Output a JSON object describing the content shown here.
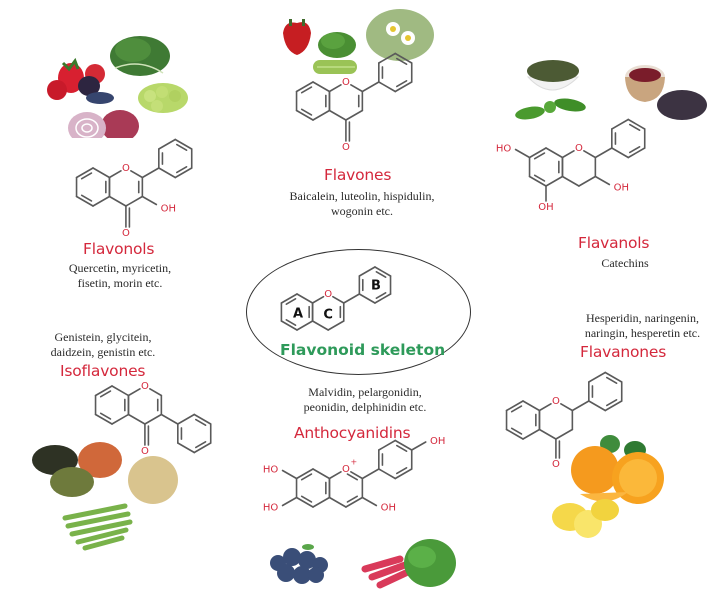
{
  "diagram": {
    "center": {
      "label": "Flavonoid skeleton",
      "ring_labels": [
        "A",
        "C",
        "B"
      ]
    },
    "classes": [
      {
        "id": "flavones",
        "title": "Flavones",
        "examples": [
          "Baicalein, luteolin,  hispidulin,",
          "wogonin etc."
        ],
        "substituents": [
          "O",
          "O"
        ],
        "foods": [
          "red-bell-pepper",
          "parsley",
          "chamomile",
          "celery"
        ]
      },
      {
        "id": "flavonols",
        "title": "Flavonols",
        "examples": [
          "Quercetin, myricetin,",
          "fisetin, morin etc."
        ],
        "substituents": [
          "O",
          "OH",
          "O"
        ],
        "foods": [
          "strawberries-and-berries",
          "kale",
          "red-onion",
          "green-grapes"
        ]
      },
      {
        "id": "flavanols",
        "title": "Flavanols",
        "examples": [
          "Catechins"
        ],
        "substituents": [
          "HO",
          "O",
          "OH",
          "OH"
        ],
        "foods": [
          "green-tea",
          "black-tea"
        ]
      },
      {
        "id": "isoflavones",
        "title": "Isoflavones",
        "examples": [
          "Genistein, glycitein,",
          "daidzein, genistin etc."
        ],
        "substituents": [
          "O",
          "O"
        ],
        "foods": [
          "lentils",
          "soybeans",
          "green-beans"
        ]
      },
      {
        "id": "anthocyanidins",
        "title": "Anthocyanidins",
        "examples": [
          "Malvidin, pelargonidin,",
          "peonidin, delphinidin etc."
        ],
        "substituents": [
          "HO",
          "O",
          "+",
          "OH",
          "HO",
          "OH"
        ],
        "foods": [
          "blueberries",
          "radishes"
        ]
      },
      {
        "id": "flavanones",
        "title": "Flavanones",
        "examples": [
          "Hesperidin, naringenin,",
          "naringin, hesperetin etc."
        ],
        "substituents": [
          "O",
          "O"
        ],
        "foods": [
          "oranges",
          "lemons"
        ]
      }
    ],
    "colors": {
      "class_title": "#d4283c",
      "skeleton_label": "#2e9a5a",
      "bond": "#5a5a5a",
      "examples_text": "#2a2a2a"
    }
  }
}
